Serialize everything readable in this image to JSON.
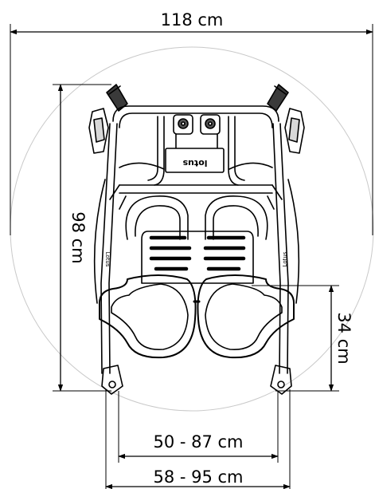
{
  "labels": {
    "total_width": "118 cm",
    "total_length": "98 cm",
    "seat_depth": "34 cm",
    "inner_width": "50 - 87 cm",
    "outer_width": "58 - 95 cm"
  },
  "branding": {
    "brand_plate": "lotus",
    "side_text": "Lotus"
  }
}
